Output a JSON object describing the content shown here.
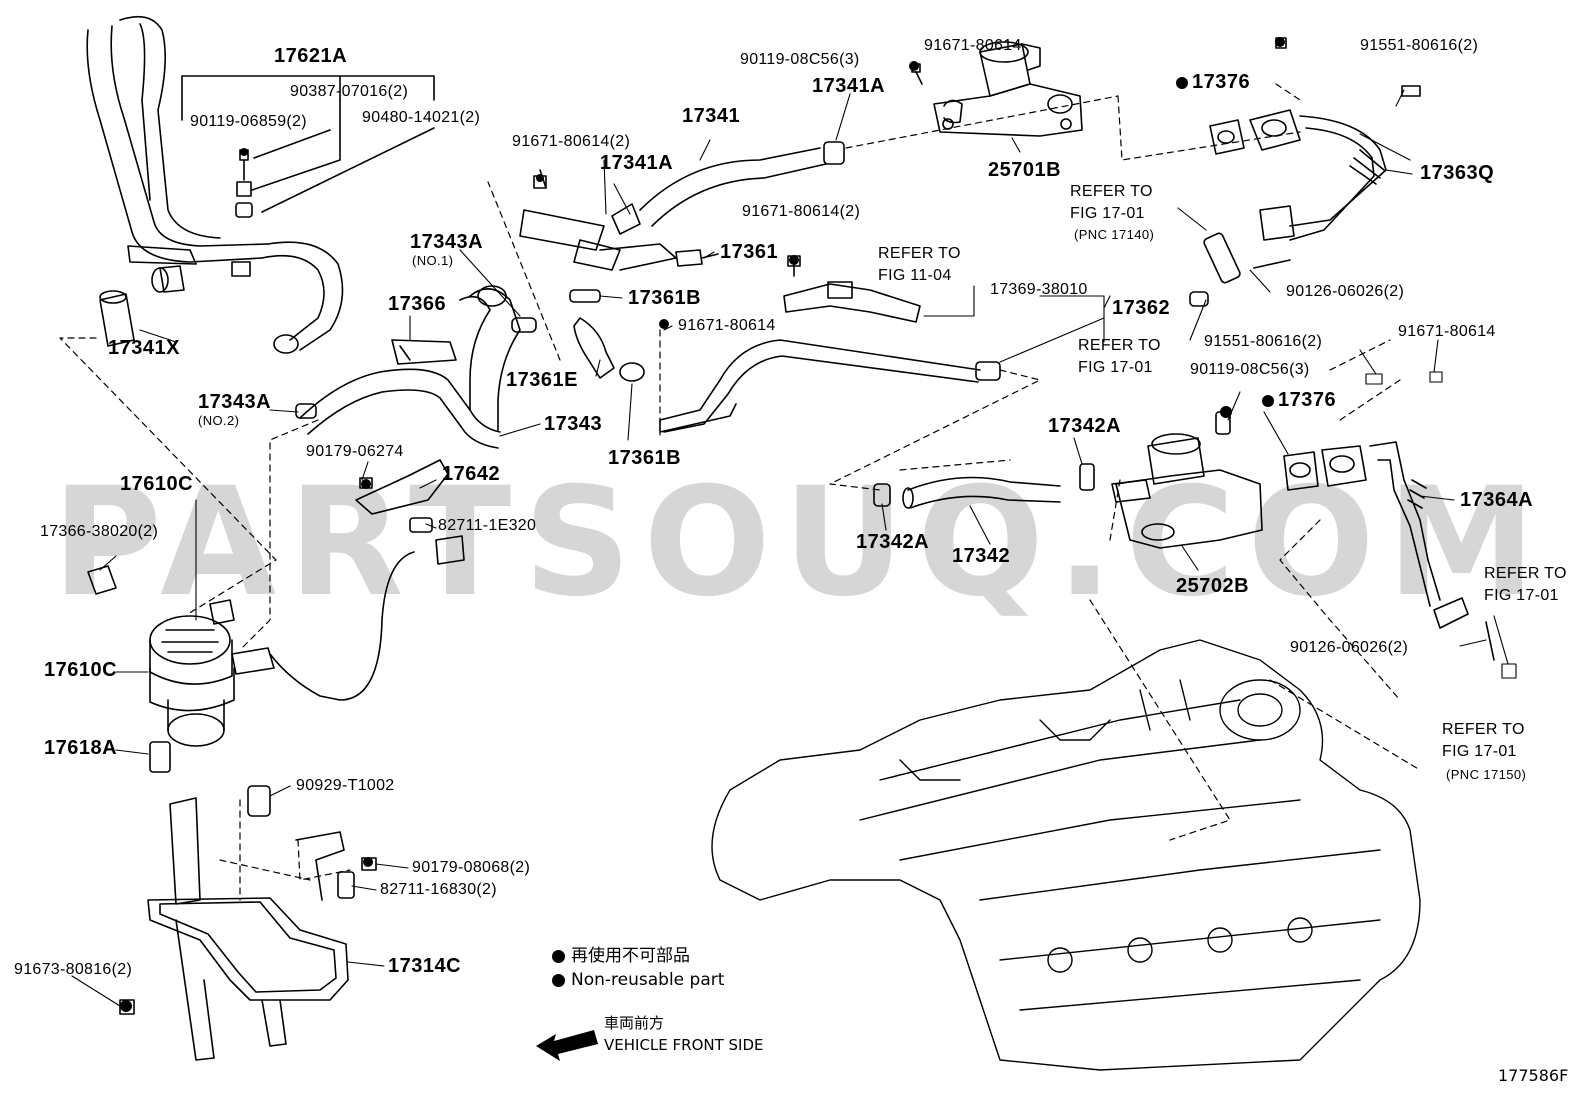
{
  "watermark": "PARTSOUQ.COM",
  "figure_code": "177586F",
  "legend": {
    "jp": "再使用不可部品",
    "en": "Non-reusable part",
    "front_jp": "車両前方",
    "front_en": "VEHICLE FRONT SIDE"
  },
  "labels": {
    "p17621A": "17621A",
    "p90387": "90387-07016(2)",
    "p90119_06859": "90119-06859(2)",
    "p90480": "90480-14021(2)",
    "p17341X": "17341X",
    "p91671_a": "91671-80614(2)",
    "p17341": "17341",
    "p17341A_a": "17341A",
    "p17341A_b": "17341A",
    "p90119_08C56_a": "90119-08C56(3)",
    "p25701B": "25701B",
    "p17361": "17361",
    "p17343A_1": "17343A",
    "no1": "(NO.1)",
    "p17366": "17366",
    "p17361B_a": "17361B",
    "p91671_b": "91671-80614",
    "p17361E": "17361E",
    "p17343A_2": "17343A",
    "no2": "(NO.2)",
    "p17343": "17343",
    "p17361B_b": "17361B",
    "p91671_c": "91671-80614(2)",
    "refer_1104_a": "REFER TO",
    "refer_1104_b": "FIG 11-04",
    "p17369": "17369-38010",
    "p17362": "17362",
    "p91671_d": "91671-80614",
    "p17376_a": "17376",
    "p91551_a": "91551-80616(2)",
    "refer_1701_a1": "REFER TO",
    "refer_1701_a2": "FIG 17-01",
    "pnc17140": "(PNC 17140)",
    "p17363Q": "17363Q",
    "p90126_a": "90126-06026(2)",
    "refer_1701_b1": "REFER TO",
    "refer_1701_b2": "FIG 17-01",
    "p91551_b": "91551-80616(2)",
    "p91671_e": "91671-80614",
    "p90119_08C56_b": "90119-08C56(3)",
    "p17376_b": "17376",
    "p17342A_a": "17342A",
    "p17342A_b": "17342A",
    "p17342": "17342",
    "p25702B": "25702B",
    "p17364A": "17364A",
    "refer_1701_c1": "REFER TO",
    "refer_1701_c2": "FIG 17-01",
    "p90126_b": "90126-06026(2)",
    "refer_1701_d1": "REFER TO",
    "refer_1701_d2": "FIG 17-01",
    "pnc17150": "(PNC 17150)",
    "p90179_06274": "90179-06274",
    "p17642": "17642",
    "p82711_1E320": "82711-1E320",
    "p17610C_a": "17610C",
    "p17366_38020": "17366-38020(2)",
    "p17610C_b": "17610C",
    "p17618A": "17618A",
    "p90929": "90929-T1002",
    "p90179_08068": "90179-08068(2)",
    "p82711_16830": "82711-16830(2)",
    "p17314C": "17314C",
    "p91673": "91673-80816(2)"
  }
}
